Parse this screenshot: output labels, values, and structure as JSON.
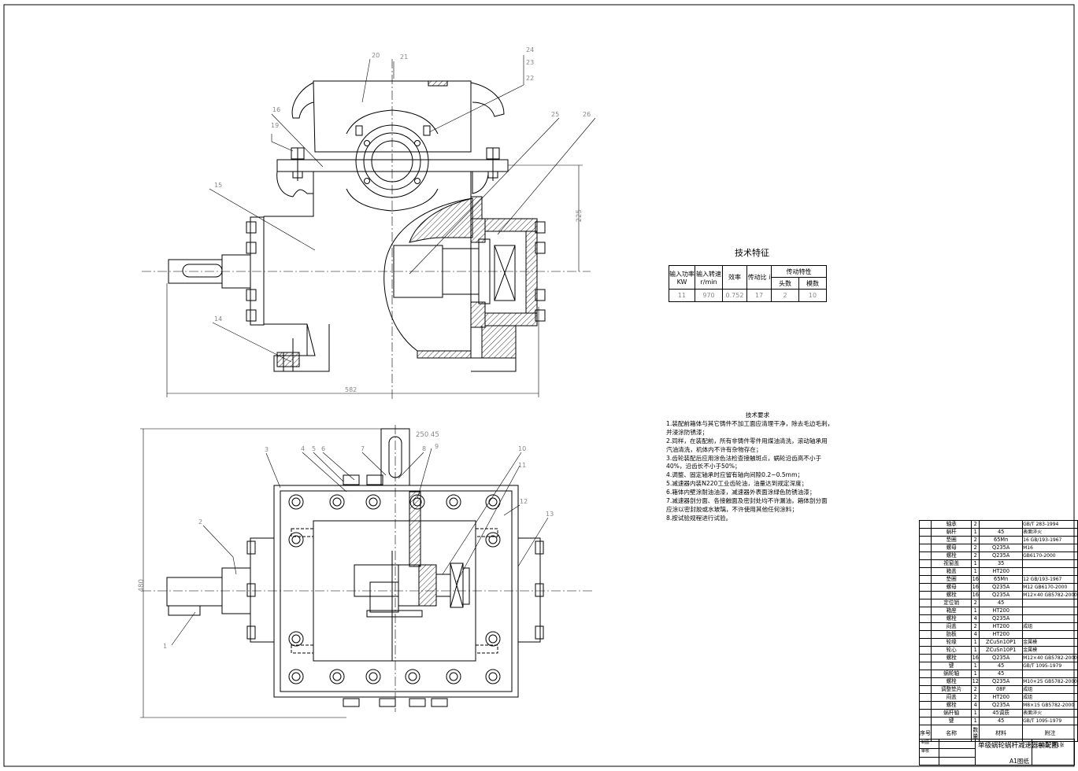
{
  "drawing": {
    "balloons_front": [
      "20",
      "21",
      "24",
      "23",
      "22",
      "16",
      "19",
      "25",
      "26",
      "15",
      "14"
    ],
    "balloons_top": [
      "3",
      "4",
      "5",
      "6",
      "7",
      "8",
      "9",
      "10",
      "11",
      "12",
      "13",
      "2",
      "1"
    ],
    "dims": {
      "front_width": "582",
      "front_height": "225",
      "top_height": "480",
      "top_shaft": "250 45"
    }
  },
  "tech_features": {
    "title": "技术特征",
    "headers": [
      "输入功率 KW",
      "输入转速r/min",
      "效率",
      "传动比 i",
      "传动特性",
      "头数",
      "模数"
    ],
    "values": [
      "11",
      "970",
      "0.752",
      "17",
      "2",
      "10"
    ]
  },
  "tech_requirements": {
    "title": "技术要求",
    "lines": [
      "1.装配前箱体与其它铸件不加工面应清理干净，除去毛边毛刺，",
      "并浸涂防锈漆；",
      "2.同样，在装配前，所有非铸件零件用煤油清洗，滚动轴承用",
      "汽油清洗，机体内不许有杂物存在；",
      "3.齿轮装配后应用涂色法检查接触斑点，蜗轮沿齿高不小于",
      "40%，沿齿长不小于50%；",
      "4.调整、固定轴承时应留有轴向间隙0.2~0.5mm；",
      "5.减速器内装N220工业齿轮油，油量达到规定深度；",
      "6.箱体内壁涂耐油油漆，减速器外表面涂绿色防锈油漆；",
      "7.减速器剖分面、各接触面及密封处均不许漏油，箱体剖分面",
      "应涂以密封胶或水玻璃，不许使用其他任何涂料；",
      "8.按试验规程进行试验。"
    ]
  },
  "bom": {
    "rows": [
      {
        "name": "轴承",
        "qty": "2",
        "mat": "",
        "rem": "GB/T 283-1994"
      },
      {
        "name": "蜗杆",
        "qty": "1",
        "mat": "45",
        "rem": "表面淬火"
      },
      {
        "name": "垫圈",
        "qty": "2",
        "mat": "65Mn",
        "rem": "16 GB/193-1967"
      },
      {
        "name": "螺母",
        "qty": "2",
        "mat": "Q235A",
        "rem": "M16"
      },
      {
        "name": "螺栓",
        "qty": "2",
        "mat": "Q235A",
        "rem": "GB6170-2000"
      },
      {
        "name": "视窗盖",
        "qty": "1",
        "mat": "35",
        "rem": ""
      },
      {
        "name": "箱盖",
        "qty": "1",
        "mat": "HT200",
        "rem": ""
      },
      {
        "name": "垫圈",
        "qty": "16",
        "mat": "65Mn",
        "rem": "12 GB/193-1967"
      },
      {
        "name": "螺母",
        "qty": "16",
        "mat": "Q235A",
        "rem": "M12 GB6170-2000"
      },
      {
        "name": "螺栓",
        "qty": "16",
        "mat": "Q235A",
        "rem": "M12×40 GB5782-2000"
      },
      {
        "name": "定位销",
        "qty": "2",
        "mat": "45",
        "rem": ""
      },
      {
        "name": "箱座",
        "qty": "1",
        "mat": "HT200",
        "rem": ""
      },
      {
        "name": "螺栓",
        "qty": "4",
        "mat": "Q235A",
        "rem": ""
      },
      {
        "name": "闷盖",
        "qty": "2",
        "mat": "HT200",
        "rem": "成组"
      },
      {
        "name": "肋板",
        "qty": "4",
        "mat": "HT200",
        "rem": ""
      },
      {
        "name": "轮缘",
        "qty": "1",
        "mat": "ZCuSn10P1",
        "rem": "金属模"
      },
      {
        "name": "轮心",
        "qty": "1",
        "mat": "ZCuSn10P1",
        "rem": "金属模"
      },
      {
        "name": "螺栓",
        "qty": "16",
        "mat": "Q235A",
        "rem": "M12×40 GB5782-2000"
      },
      {
        "name": "键",
        "qty": "1",
        "mat": "45",
        "rem": "GB/T 1095-1979"
      },
      {
        "name": "蜗轮轴",
        "qty": "1",
        "mat": "45",
        "rem": ""
      },
      {
        "name": "螺栓",
        "qty": "12",
        "mat": "Q235A",
        "rem": "M10×25 GB5782-2000"
      },
      {
        "name": "调整垫片",
        "qty": "2",
        "mat": "08F",
        "rem": "成组"
      },
      {
        "name": "闷盖",
        "qty": "2",
        "mat": "HT200",
        "rem": "成组"
      },
      {
        "name": "螺栓",
        "qty": "4",
        "mat": "Q235A",
        "rem": "M8×15 GB5782-2000"
      },
      {
        "name": "蜗杆轴",
        "qty": "1",
        "mat": "45调质",
        "rem": "表面淬火"
      },
      {
        "name": "键",
        "qty": "1",
        "mat": "45",
        "rem": "GB/T 1095-1979"
      }
    ],
    "header": {
      "seq": "序号",
      "name": "名称",
      "qty": "数量",
      "mat": "材料",
      "rem": "附注"
    }
  },
  "title_block": {
    "drawing_title": "单级蜗轮蜗杆减速器装配图",
    "sheet": "共1张 第1张",
    "size": "A1图纸",
    "role1": "制图",
    "role2": "审核"
  }
}
